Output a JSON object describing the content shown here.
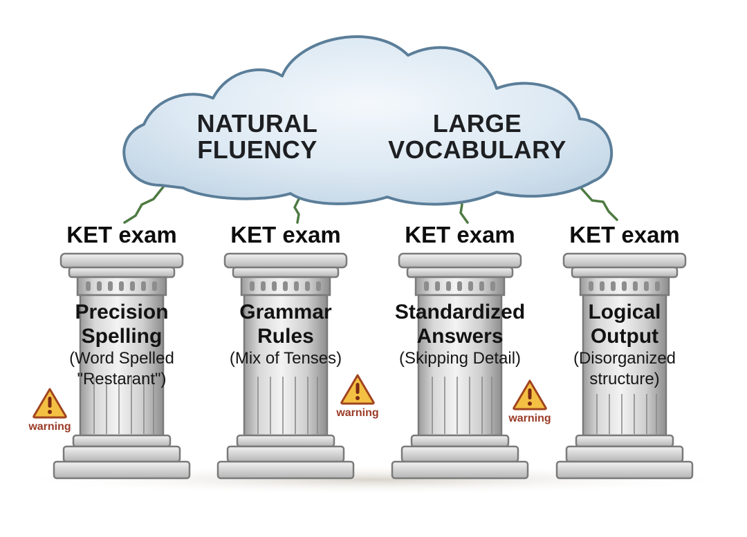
{
  "cloud": {
    "left_line1": "NATURAL",
    "left_line2": "FLUENCY",
    "right_line1": "LARGE",
    "right_line2": "VOCABULARY"
  },
  "pillars": [
    {
      "exam_label": "KET exam",
      "title_line1": "Precision",
      "title_line2": "Spelling",
      "sub_line1": "(Word Spelled",
      "sub_line2": "\"Restarant\")",
      "warning": "warning"
    },
    {
      "exam_label": "KET exam",
      "title_line1": "Grammar",
      "title_line2": "Rules",
      "sub_line1": "(Mix of Tenses)",
      "sub_line2": "",
      "warning": "warning"
    },
    {
      "exam_label": "KET exam",
      "title_line1": "Standardized",
      "title_line2": "Answers",
      "sub_line1": "(Skipping Detail)",
      "sub_line2": "",
      "warning": "warning"
    },
    {
      "exam_label": "KET exam",
      "title_line1": "Logical",
      "title_line2": "Output",
      "sub_line1": "(Disorganized",
      "sub_line2": "structure)",
      "warning": ""
    }
  ],
  "colors": {
    "cloud_fill": "#dbe9f3",
    "cloud_stroke": "#5b7e99",
    "vine": "#4e7a42",
    "pillar_light": "#ececec",
    "pillar_dark": "#a9a9a9",
    "warning_fill": "#f4c043",
    "warning_stroke": "#a0441f",
    "warning_text": "#9a3a26"
  },
  "icons": {
    "warning": "warning-triangle-icon"
  }
}
